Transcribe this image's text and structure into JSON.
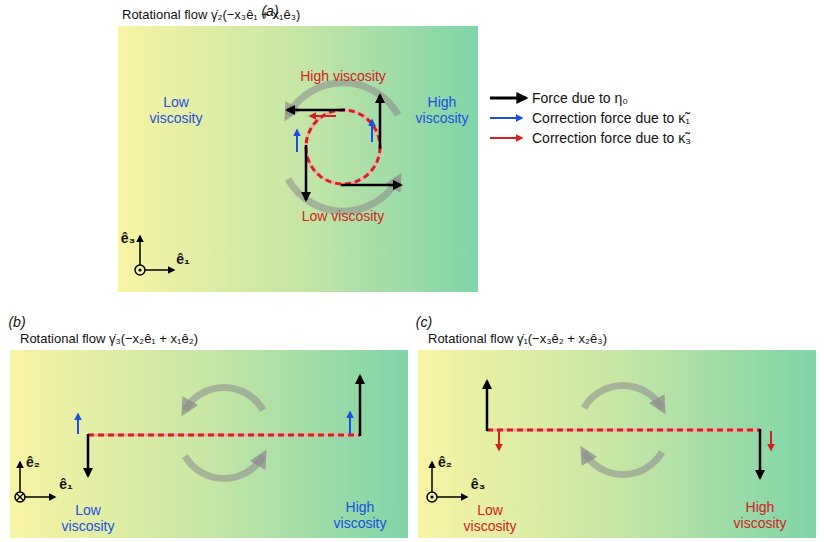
{
  "diagram": {
    "labels": [
      "(a)",
      "Rotational flow γ̇₂(−x₃ê₁ + x₁ê₃)",
      "High viscosity",
      "Low viscosity",
      "High viscosity",
      "Low viscosity",
      "ê₃",
      "ê₁",
      "(b)",
      "Rotational flow γ̇₃(−x₂ê₁ + x₁ê₂)",
      "ê₂",
      "ê₁",
      "Low viscosity",
      "High viscosity",
      "(c)",
      "Rotational flow γ̇₁(−x₃ê₂ + x₂ê₃)",
      "ê₂",
      "ê₃",
      "Low viscosity",
      "High viscosity"
    ],
    "legend": [
      {
        "text": "Force due to η₀"
      },
      {
        "text": "Correction force due to κ̃₁"
      },
      {
        "text": "Correction force due to κ̃₃"
      }
    ]
  }
}
